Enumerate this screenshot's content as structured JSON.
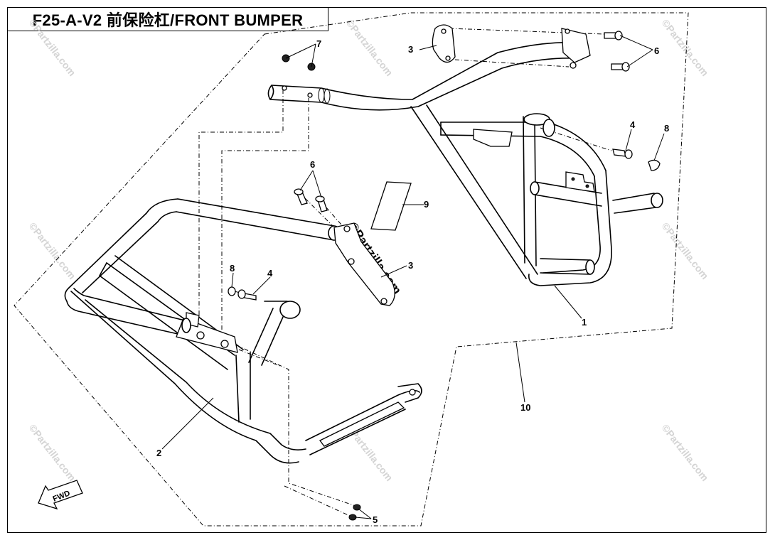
{
  "title": "F25-A-V2 前保险杠/FRONT BUMPER",
  "watermark": "©Partzilla.com",
  "fwd_label": "FWD",
  "callouts": {
    "c1": "1",
    "c2": "2",
    "c3a": "3",
    "c3b": "3",
    "c4a": "4",
    "c4b": "4",
    "c5": "5",
    "c6a": "6",
    "c6b": "6",
    "c7": "7",
    "c8a": "8",
    "c8b": "8",
    "c9": "9",
    "c10": "10"
  }
}
